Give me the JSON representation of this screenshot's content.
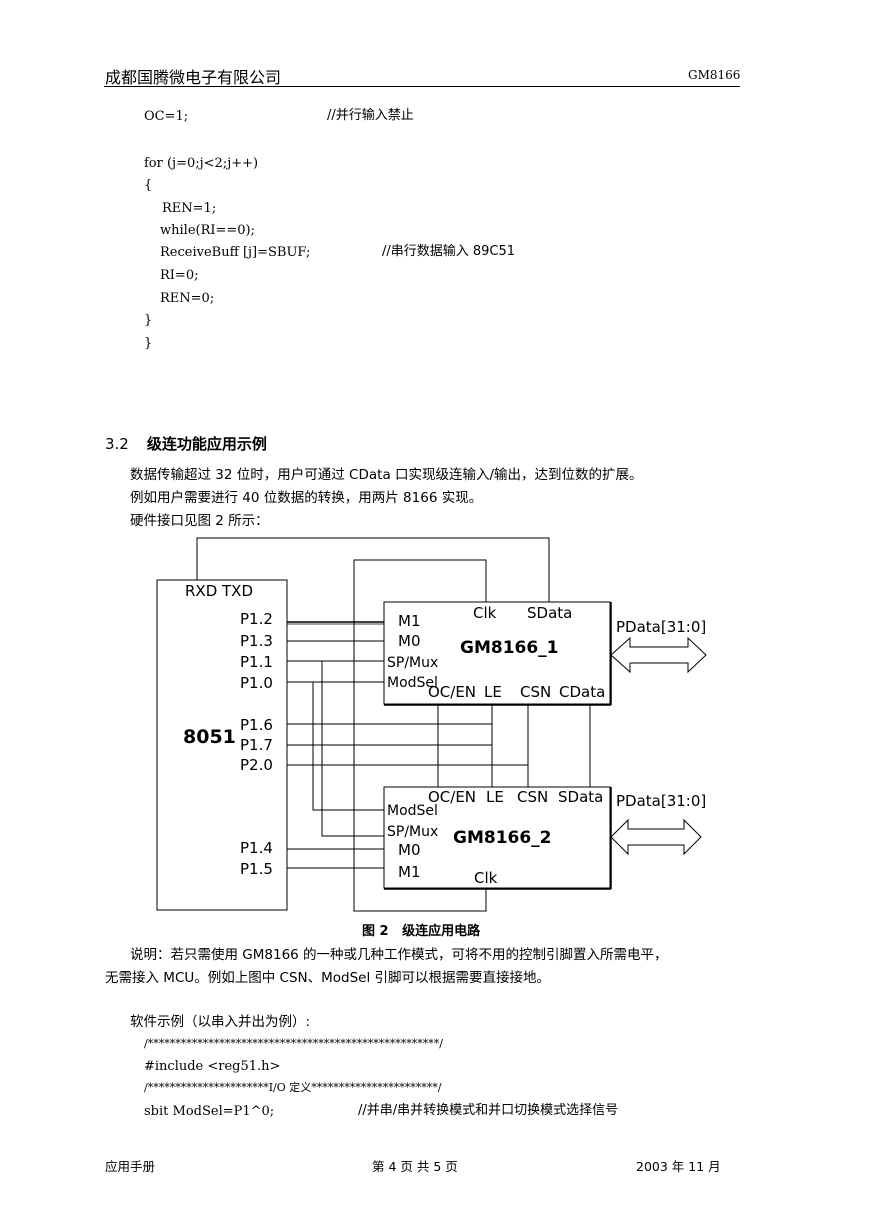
{
  "header": {
    "company": "成都国腾微电子有限公司",
    "model": "GM8166"
  },
  "code_top": [
    {
      "stmt": "OC=1;",
      "comment": "//并行输入禁止"
    },
    {
      "stmt": "for (j=0;j<2;j++)",
      "comment": ""
    },
    {
      "stmt": "{",
      "comment": ""
    },
    {
      "stmt": "REN=1;",
      "comment": ""
    },
    {
      "stmt": "while(RI==0);",
      "comment": ""
    },
    {
      "stmt": "ReceiveBuff [j]=SBUF;",
      "comment": "//串行数据输入 89C51"
    },
    {
      "stmt": "RI=0;",
      "comment": ""
    },
    {
      "stmt": "REN=0;",
      "comment": ""
    },
    {
      "stmt": "}",
      "comment": ""
    },
    {
      "stmt": "}",
      "comment": ""
    }
  ],
  "section": {
    "number": "3.2",
    "title": "级连功能应用示例"
  },
  "paragraphs": [
    "数据传输超过 32 位时，用户可通过 CData 口实现级连输入/输出，达到位数的扩展。",
    "例如用户需要进行 40 位数据的转换，用两片 8166 实现。",
    "硬件接口见图 2 所示："
  ],
  "diagram": {
    "mcu": {
      "name": "8051",
      "top_pins": "RXD  TXD",
      "pins": [
        "P1.2",
        "P1.3",
        "P1.1",
        "P1.0",
        "P1.6",
        "P1.7",
        "P2.0",
        "P1.4",
        "P1.5"
      ]
    },
    "chip1": {
      "name": "GM8166_1",
      "left_pins": [
        "M1",
        "M0",
        "SP/Mux",
        "ModSel"
      ],
      "top_pins": [
        "Clk",
        "SData"
      ],
      "bottom_pins": [
        "OC/EN",
        "LE",
        "CSN",
        "CData"
      ],
      "bus": "PData[31:0]"
    },
    "chip2": {
      "name": "GM8166_2",
      "left_pins": [
        "ModSel",
        "SP/Mux",
        "M0",
        "M1"
      ],
      "top_pins": [
        "OC/EN",
        "LE",
        "CSN",
        "SData"
      ],
      "bottom_pins": [
        "Clk"
      ],
      "bus": "PData[31:0]"
    }
  },
  "figure_caption": {
    "label": "图 2",
    "title": "级连应用电路"
  },
  "note": [
    "说明：若只需使用 GM8166 的一种或几种工作模式，可将不用的控制引脚置入所需电平，",
    "无需接入 MCU。例如上图中 CSN、ModSel 引脚可以根据需要直接接地。"
  ],
  "software_title": "软件示例（以串入并出为例）:",
  "code_bottom": [
    {
      "stmt": "/*****************************************************/",
      "comment": ""
    },
    {
      "stmt": "#include <reg51.h>",
      "comment": ""
    },
    {
      "stmt": "/**********************I/O 定义***********************/",
      "comment": ""
    },
    {
      "stmt": "sbit  ModSel=P1^0;",
      "comment": "//并串/串并转换模式和并口切换模式选择信号"
    }
  ],
  "footer": {
    "left": "应用手册",
    "center": "第 4 页 共 5 页",
    "right": "2003 年 11 月"
  }
}
